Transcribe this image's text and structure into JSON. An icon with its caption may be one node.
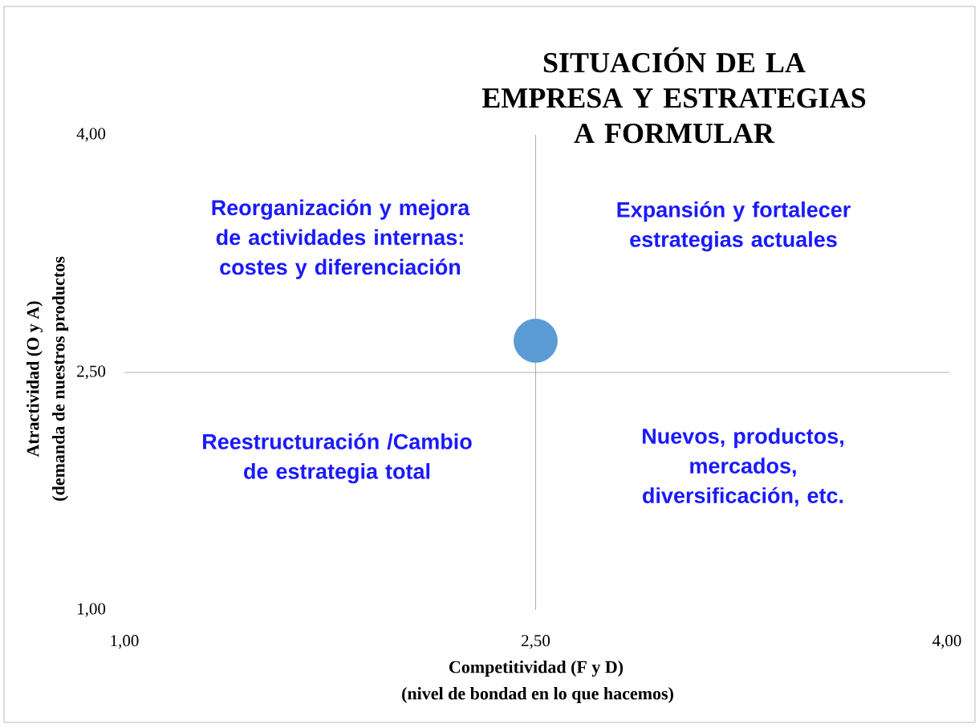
{
  "diagram": {
    "title": "SITUACIÓN DE LA EMPRESA Y ESTRATEGIAS A FORMULAR",
    "labels": [
      "Reorganización y mejora de actividades internas: costes y diferenciación",
      "Expansión y fortalecer estrategias actuales",
      "Reestructuración /Cambio de estrategia total",
      "Nuevos, productos, mercados, diversificación, etc.",
      "(demanda de nuestros productos",
      "(nivel de bondad en lo que hacemos)"
    ],
    "chart_data": {
      "type": "scatter",
      "xlabel": "Competitividad (F y D)",
      "ylabel": "Atractividad (O y A)",
      "x": [
        2.5
      ],
      "series": [
        {
          "color": "#5b9bd5",
          "values": [
            2.7
          ]
        }
      ],
      "xlim": [
        1,
        4
      ],
      "ylim": [
        1,
        4
      ],
      "xticks": [
        {
          "value": 1,
          "label": "1,00"
        },
        {
          "value": 2.5,
          "label": "2,50"
        },
        {
          "value": 4,
          "label": "4,00"
        }
      ],
      "yticks": [
        {
          "value": 1,
          "label": "1,00"
        },
        {
          "value": 2.5,
          "label": "2,50"
        },
        {
          "value": 4,
          "label": "4,00"
        }
      ]
    }
  }
}
